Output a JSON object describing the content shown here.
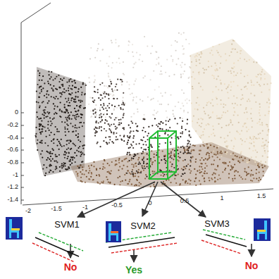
{
  "diagram": {
    "labels": [
      "0",
      "-0.2",
      "-0.4",
      "-0.6",
      "-0.8",
      "-1",
      "-1.2",
      "-1.4",
      "-2",
      "-1.5",
      "-1",
      "-0.5",
      "0",
      "0.5",
      "1",
      "1.5",
      "SVM1",
      "SVM2",
      "SVM3",
      "No",
      "Yes",
      "No"
    ]
  }
}
